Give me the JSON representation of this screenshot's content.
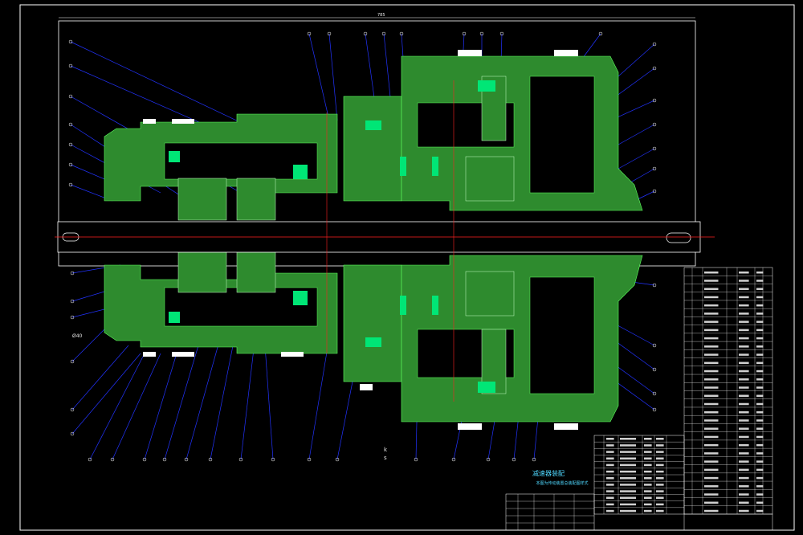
{
  "colors": {
    "background": "#000000",
    "frame": "#ffffff",
    "housing": "#2e8b2e",
    "highlight": "#00e676",
    "leader": "#2233ff",
    "axis": "#ff2020",
    "text": "#e8e8e8",
    "title": "#4fd8ff"
  },
  "drawing": {
    "top_dimension": "785",
    "left_note": "Ø40",
    "lower_marks": [
      "k",
      "s"
    ]
  },
  "title_block": {
    "title": "减速器装配",
    "subtitle": "本图为传动装置总装配图样式"
  },
  "bom_table": {
    "rows": 30
  }
}
